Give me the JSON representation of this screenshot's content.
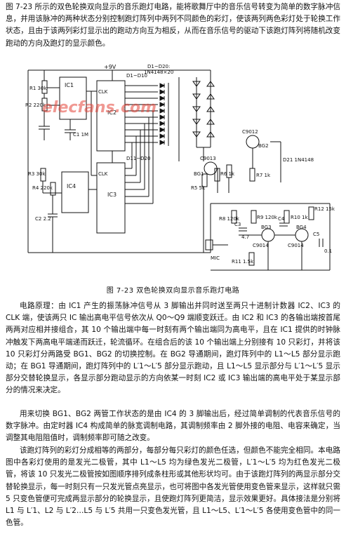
{
  "intro": "图 7-23 所示的双色轮换双向显示的音乐跑灯电路，能将歌舞厅中的音乐信号转变为简单的数字脉冲信息，并用该脉冲的两种状态分别控制跑灯阵列中两列不同颜色的彩灯，使该两列两色彩灯处于轮换工作状态，且由于该两列彩灯显示出的跑动方向互为相反，从而在音乐信号的驱动下该跑灯阵列将随机改变跑动的方向及跑灯的显示颜色。",
  "circuit": {
    "ic1": "IC1",
    "ic2": "IC2",
    "ic3": "IC3",
    "ic4": "IC4",
    "vcc": "+9V",
    "diode_range_top": "D1~D10",
    "diode_range_mid": "D11~D20",
    "diode_note_1": "D1~D20:",
    "diode_note_2": "1N4148×20",
    "clk": "CLK",
    "r1": "R1 30k",
    "r2": "R2 220k",
    "c1": "C1 1M",
    "r3": "R3 30k",
    "r4": "R4 220k",
    "c2": "C2 2.2",
    "bg1": "BG1",
    "bg2": "BG2",
    "c9012": "C9012",
    "c9013": "C9013",
    "r5": "R5 5k",
    "r6": "R6 1k",
    "r7": "R7 1k",
    "d21": "D21 1N4148",
    "r8": "R8 120k",
    "r9": "R9 120k",
    "r10": "R10 1k",
    "r11": "R11 1.5k",
    "r12": "R12 15k",
    "c3": "C3",
    "c4": "C4",
    "c5": "C5",
    "c9014a": "C9014",
    "c9014b": "C9014",
    "bg3": "BG3",
    "bg4": "BG4",
    "mic": "MIC",
    "val_47": "4.7",
    "val_01": "0.1",
    "watermark": "elecfans.com"
  },
  "caption": "图 7-23    双色轮换双向显示音乐跑灯电路",
  "principle": "电路原理：由 IC1 产生的振荡脉冲信号从 3 脚输出并同时送至两只十进制计数器 IC2、IC3 的 CLK 端，使该两只 IC 输出高电平信号依次从 Q0～Q9 端顺变跃迁。由 IC2 和 IC3 的各输出端按首尾两两对应相并接组合，其 10 个输出端中每一时刻有两个输出端同为高电平，且在 IC1 提供的时钟脉冲触发下两高电平端递而跃迁，轮流循环。在组合后的该 10 个输出端上分别接有 10 只彩灯，并将该 10 只彩灯分两路受 BG1、BG2 的切换控制。在 BG2 导通期间，跑灯阵列中的 L1～L5 部分显示跑动；在 BG1 导通期间，跑灯阵列中的 L′1～L′5 部分显示跑动，且 L1～L5 显示部分与 L′1～L′5 显示部分交替轮换显示，各显示部分跑动显示的方向依某一时刻 IC2 或 IC3 输出端的高电平处于某显示部分的情况来决定。",
  "switch_para": "用来切换 BG1、BG2 两管工作状态的是由 IC4 的 3 脚输出后，经过简单调制的代表音乐信号的数字脉冲。由定时器 IC4 构成简单的脉宽调制电路，其调制频率由 2 脚外接的电阻、电容来确定，当调整其电阻阻值时，调制频率即可随之改变。",
  "led_para": "该跑灯阵列的彩灯分成相等的两部分，每部分每只彩灯的颜色任选，但颜色不能完全相同。本电路图中各彩灯使用的是发光二极管，其中 L1～L5 均为绿色发光二极管，L′1～L′5 均为红色发光二极管，将该 10 只发光二极管按如图顺序排列成条柱形或其他形状均可。由于该跑灯阵列的两显示部分交替轮换显示，每一时刻只有一只发光管点亮显示，也可将图中各发光管使用变色管来显示，这样就只需 5 只变色管便可完成两显示部分的轮换显示，且使跑灯阵列更简洁，显示效果更好。具体接法是分别将 L1 与 L′1、L2 与 L′2…L5 与 L′5 共用一只变色发光管，且 L1～L5、L′1～L′5 各使用变色管中的同一色管。"
}
